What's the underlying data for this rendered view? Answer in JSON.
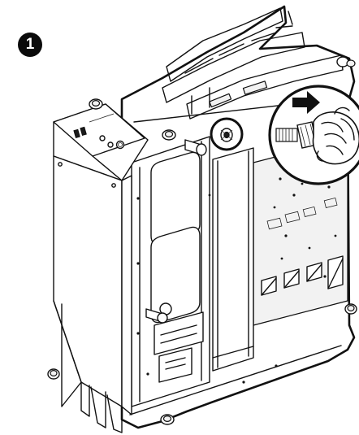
{
  "figure": {
    "step_number": "1",
    "colors": {
      "line": "#111111",
      "background": "#ffffff",
      "badge": "#0b0b0b"
    },
    "icons": [
      "pc-case-illustration",
      "thumbscrew-callout-circle",
      "hand-unscrew-icon",
      "arrow-right-icon"
    ]
  }
}
